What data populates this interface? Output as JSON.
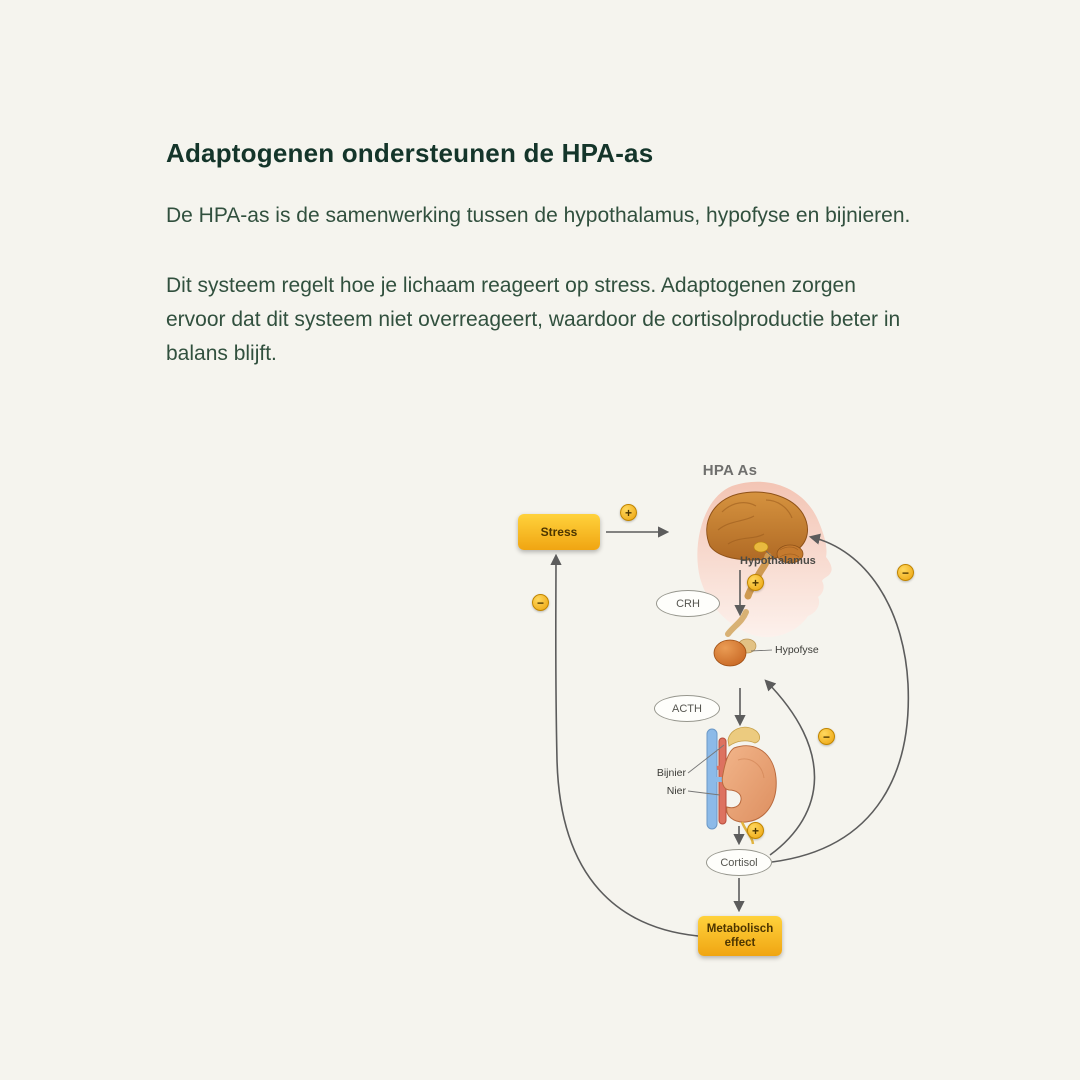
{
  "page": {
    "title": "Adaptogenen ondersteunen de HPA-as",
    "paragraphs": [
      "De HPA-as is de samenwerking tussen de hypothalamus, hypofyse en bijnieren.",
      "Dit systeem regelt hoe je lichaam reageert op stress. Adaptogenen zorgen ervoor dat dit systeem niet overreageert, waardoor de cortisolproductie beter in balans blijft."
    ]
  },
  "diagram": {
    "title": "HPA As",
    "stress_label": "Stress",
    "hypothalamus_label": "Hypothalamus",
    "crh_label": "CRH",
    "hypofyse_label": "Hypofyse",
    "acth_label": "ACTH",
    "bijnier_label": "Bijnier",
    "nier_label": "Nier",
    "cortisol_label": "Cortisol",
    "metabolic_label": "Metabolisch effect",
    "plus": "+",
    "minus": "−",
    "colors": {
      "background": "#f5f4ee",
      "heading": "#14352a",
      "body_text": "#31503e",
      "box_yellow": "#fbc02d",
      "badge_yellow": "#f2af17",
      "arrow_gray": "#5c5c5c"
    }
  }
}
